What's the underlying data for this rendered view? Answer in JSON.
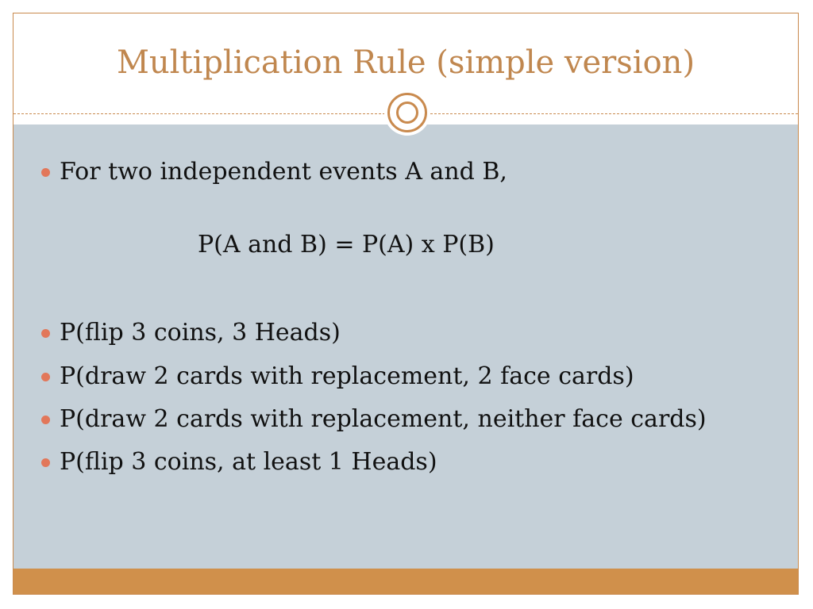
{
  "slide": {
    "title": "Multiplication Rule (simple version)",
    "intro": "For two independent events A and B,",
    "formula": "P(A and B) = P(A)  x P(B)",
    "bullets": [
      "P(flip 3 coins, 3 Heads)",
      "P(draw 2 cards with replacement, 2 face cards)",
      "P(draw 2 cards with replacement, neither face cards)",
      "P(flip 3 coins, at least 1 Heads)"
    ]
  },
  "colors": {
    "accent": "#c98a4e",
    "title": "#c0874f",
    "content_bg": "#c5d0d8",
    "footer": "#d0904b",
    "bullet": "#e2775a"
  }
}
